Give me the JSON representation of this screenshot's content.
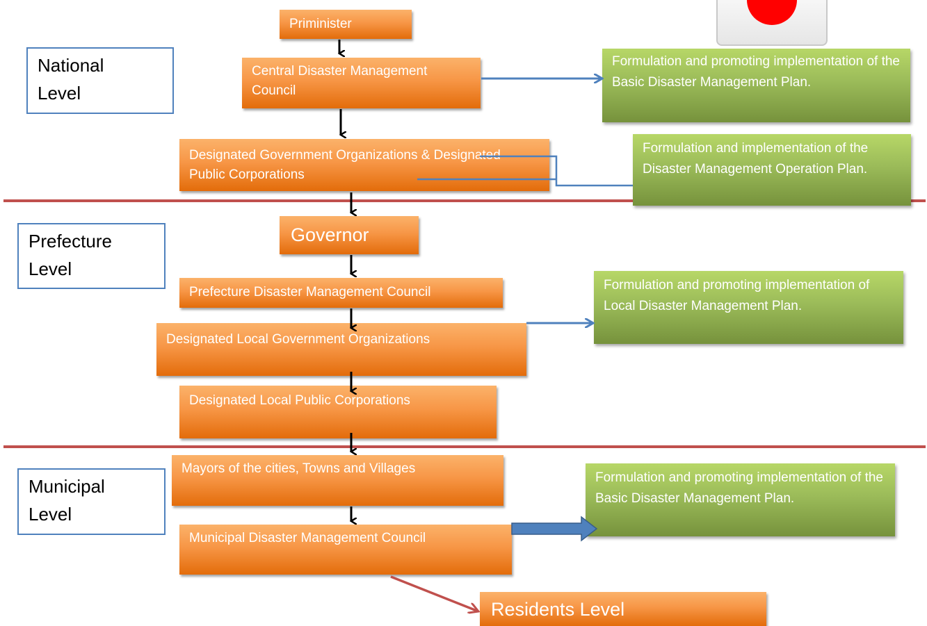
{
  "levels": {
    "national": "National\nLevel",
    "prefecture": "Prefecture\nLevel",
    "municipal": "Municipal\nLevel"
  },
  "national": {
    "priminister": "Priminister",
    "central_council": "Central Disaster Management Council",
    "designated_gov": "Designated Government Organizations & Designated Public Corporations",
    "note_basic_plan": "Formulation and promoting implementation of the Basic Disaster Management Plan.",
    "note_operation_plan": "Formulation and  implementation of the  Disaster Management Operation Plan."
  },
  "prefecture": {
    "governor": "Governor",
    "pref_council": "Prefecture Disaster Management Council",
    "local_gov_orgs": "Designated Local Government Organizations",
    "local_public_corps": "Designated Local Public Corporations",
    "note_local_plan": "Formulation and promoting implementation of Local Disaster Management Plan."
  },
  "municipal": {
    "mayors": "Mayors of the cities, Towns and Villages",
    "muni_council": "Municipal Disaster Management Council",
    "note_basic_plan": "Formulation and promoting implementation of the Basic Disaster Management Plan."
  },
  "residents": "Residents Level",
  "colors": {
    "orange": "#f79646",
    "green": "#9bbb59",
    "divider": "#c0504d",
    "connector": "#4f81bd",
    "flag_disc": "#ff0000"
  },
  "icons": [
    "japan-flag-icon"
  ]
}
